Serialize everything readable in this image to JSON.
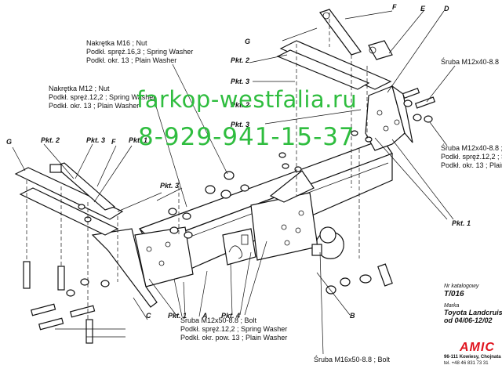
{
  "labels": {
    "nut_m16": [
      "Nakrętka  M16 ; Nut",
      "Podkł. spręż.16,3 ; Spring Washer",
      "Podkł. okr. 13 ; Plain Washer"
    ],
    "nut_m12": [
      "Nakrętka  M12 ; Nut",
      "Podkł. spręż.12,2 ; Spring Washer",
      "Podkł. okr. 13 ; Plain Washer"
    ],
    "bolt_m12x40_top": "Śruba M12x40-8.8",
    "bolt_m12x40_right": [
      "Śruba M12x40-8.8 ;",
      "Podkł. spręż.12,2 ; S",
      "Podkł. okr. 13 ; Plain"
    ],
    "bolt_m12x50": [
      "Śruba M12x50-8.8 ;  Bolt",
      "Podkł. spręż.12,2 ; Spring Washer",
      "Podkł. okr. pow. 13 ; Plain Washer"
    ],
    "bolt_m16x50": "Śruba M16x50-8.8 ;  Bolt",
    "pkt1": "Pkt. 1",
    "pkt2": "Pkt. 2",
    "pkt3": "Pkt. 3",
    "pkt4": "Pkt. 4",
    "A": "A",
    "B": "B",
    "C": "C",
    "D": "D",
    "E": "E",
    "F": "F",
    "G": "G"
  },
  "watermark": {
    "site": "farkop-westfalia.ru",
    "phone": "8-929-941-15-37"
  },
  "info": {
    "catalog_label": "Nr katalogowy",
    "catalog_number": "T/016",
    "brand_label": "Marka",
    "model": "Toyota Landcruiser",
    "date": "od  04/06-12/02"
  },
  "company": {
    "logo": "AMIC",
    "address": "96-111 Kowiesy, Chojnata",
    "phone": "tel. +48 46 831 73 31"
  },
  "colors": {
    "watermark": "#2fbd3f",
    "logo": "#e0141e",
    "line": "#111111"
  }
}
